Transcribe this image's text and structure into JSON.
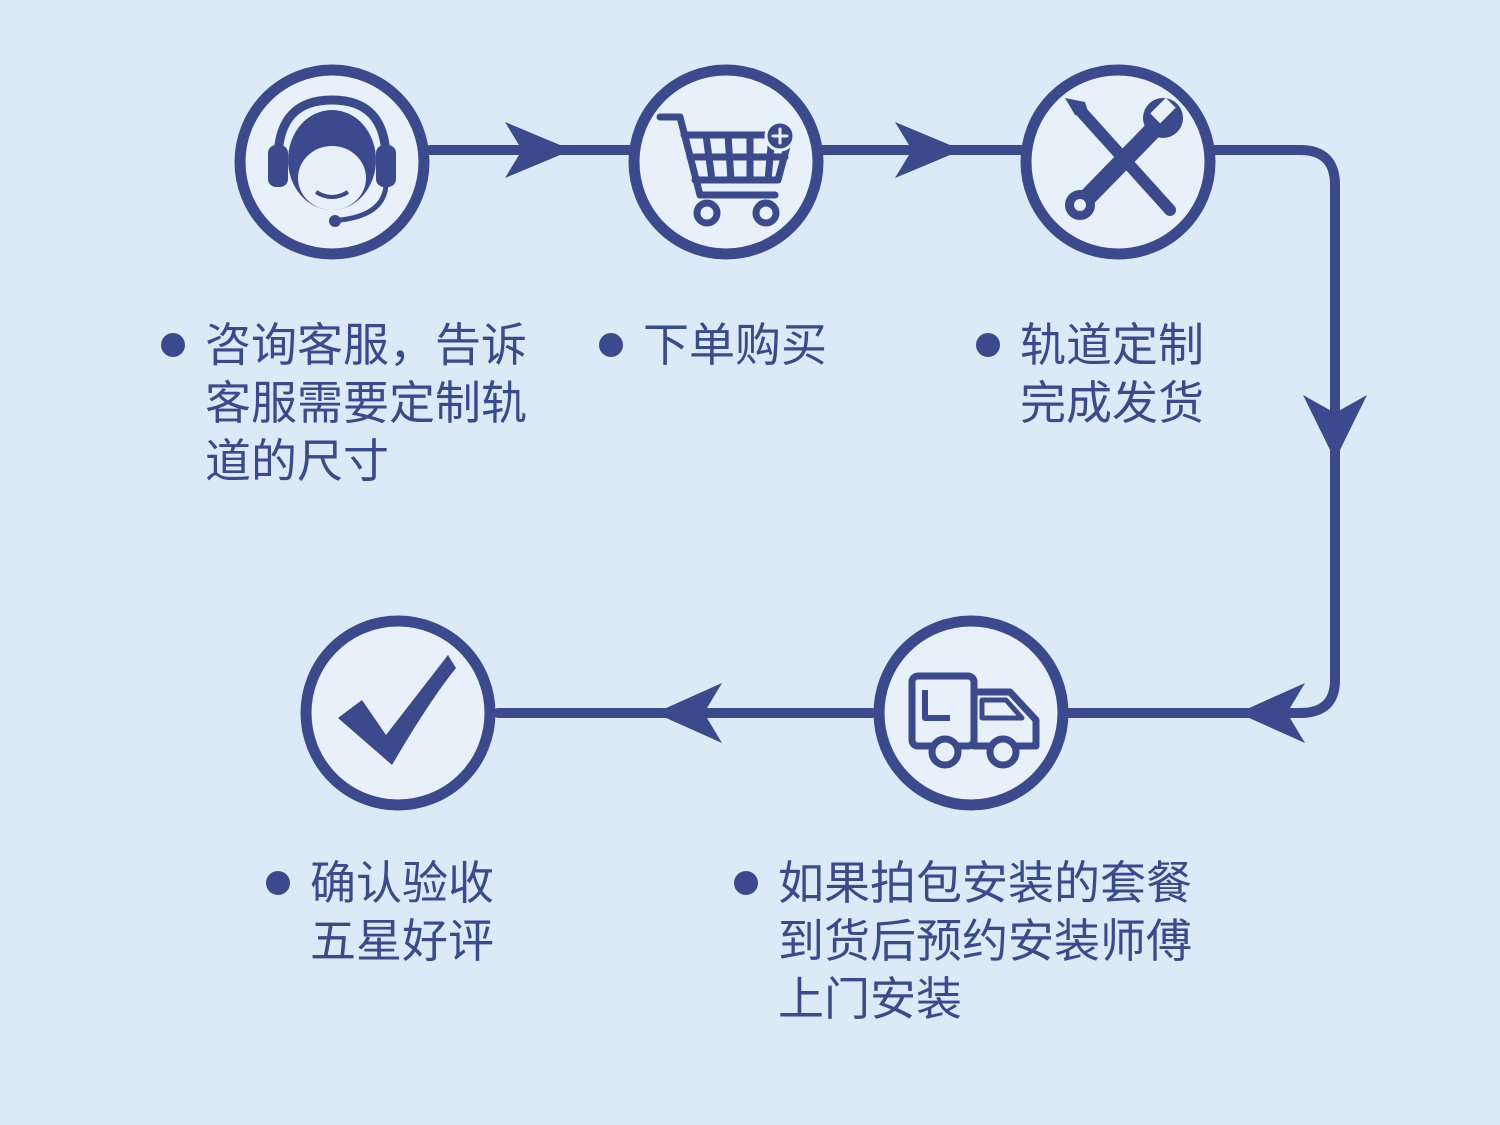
{
  "colors": {
    "background": "#dce9f6",
    "primary": "#3a4a8c",
    "circle_fill": "#e8f0f9"
  },
  "steps": [
    {
      "icon": "headset-agent-icon",
      "lines": [
        "咨询客服，告诉",
        "客服需要定制轨",
        "道的尺寸"
      ]
    },
    {
      "icon": "shopping-cart-icon",
      "lines": [
        "下单购买"
      ]
    },
    {
      "icon": "wrench-screwdriver-icon",
      "lines": [
        "轨道定制",
        "完成发货"
      ]
    },
    {
      "icon": "delivery-truck-icon",
      "lines": [
        "如果拍包安装的套餐",
        "到货后预约安装师傅",
        "上门安装"
      ]
    },
    {
      "icon": "checkmark-icon",
      "lines": [
        "确认验收",
        "五星好评"
      ]
    }
  ]
}
